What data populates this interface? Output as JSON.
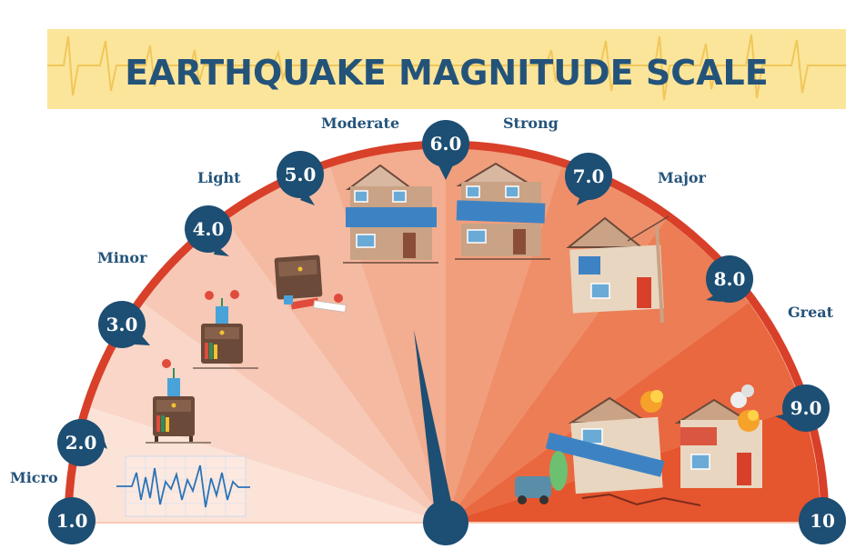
{
  "title": "EARTHQUAKE MAGNITUDE SCALE",
  "colors": {
    "banner": "#fbe59a",
    "navy": "#1d4e73",
    "rim": "#d8402a",
    "title": "#24537a"
  },
  "magnitudes": [
    "1.0",
    "2.0",
    "3.0",
    "4.0",
    "5.0",
    "6.0",
    "7.0",
    "8.0",
    "9.0",
    "10"
  ],
  "categories": [
    "Micro",
    "Minor",
    "Light",
    "Moderate",
    "Strong",
    "Major",
    "Great"
  ],
  "illustrations": [
    "seismograph-icon",
    "calm-nightstand-icon",
    "shaking-nightstand-icon",
    "fallen-cabinet-icon",
    "cracked-house-icon",
    "damaged-house-icon",
    "collapsing-house-icon",
    "destroyed-town-icon"
  ]
}
